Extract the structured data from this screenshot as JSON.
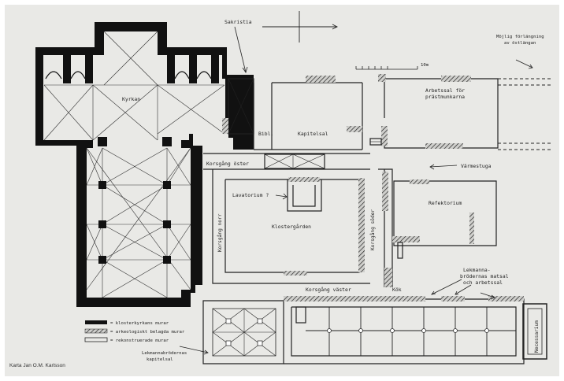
{
  "labels": {
    "kyrkan": "Kyrkan",
    "sakristia": "Sakristia",
    "bibl": "Bibl.",
    "kapitelsal": "Kapitelsal",
    "arbetssal": "Arbetssal för",
    "prastmunkarna": "prästmunkarna",
    "mojlig1": "Möjlig förlängning",
    "mojlig2": "av östlängan",
    "korsgang_oster": "Korsgång öster",
    "lavatorium": "Lavatorium ?",
    "varmestuga": "Värmestuga",
    "refektorium": "Refektorium",
    "klostergarden": "Klostergården",
    "korsgang_norr": "Korsgång norr",
    "korsgang_soder": "Korsgång söder",
    "korsgang_vaster": "Korsgång väster",
    "kok": "Kök",
    "lekmanna1": "Lekmanna-",
    "lekmanna2": "brödernas matsal",
    "lekmanna3": "och arbetssal",
    "necessarium": "Necessarium",
    "lekkap1": "Lekmannabrödernas",
    "lekkap2": "kapitelsal",
    "scale_unit": "10m",
    "credit": "Karta Jan O.M. Karlsson"
  },
  "legend": [
    {
      "text": "= klosterkyrkans murar",
      "style": "solid"
    },
    {
      "text": "= arkeologiskt belagda murar",
      "style": "hatched"
    },
    {
      "text": "= rekonstruerade murar",
      "style": "outline"
    }
  ],
  "colors": {
    "paper": "#e9e9e6",
    "ink": "#111111",
    "line": "#333333"
  }
}
